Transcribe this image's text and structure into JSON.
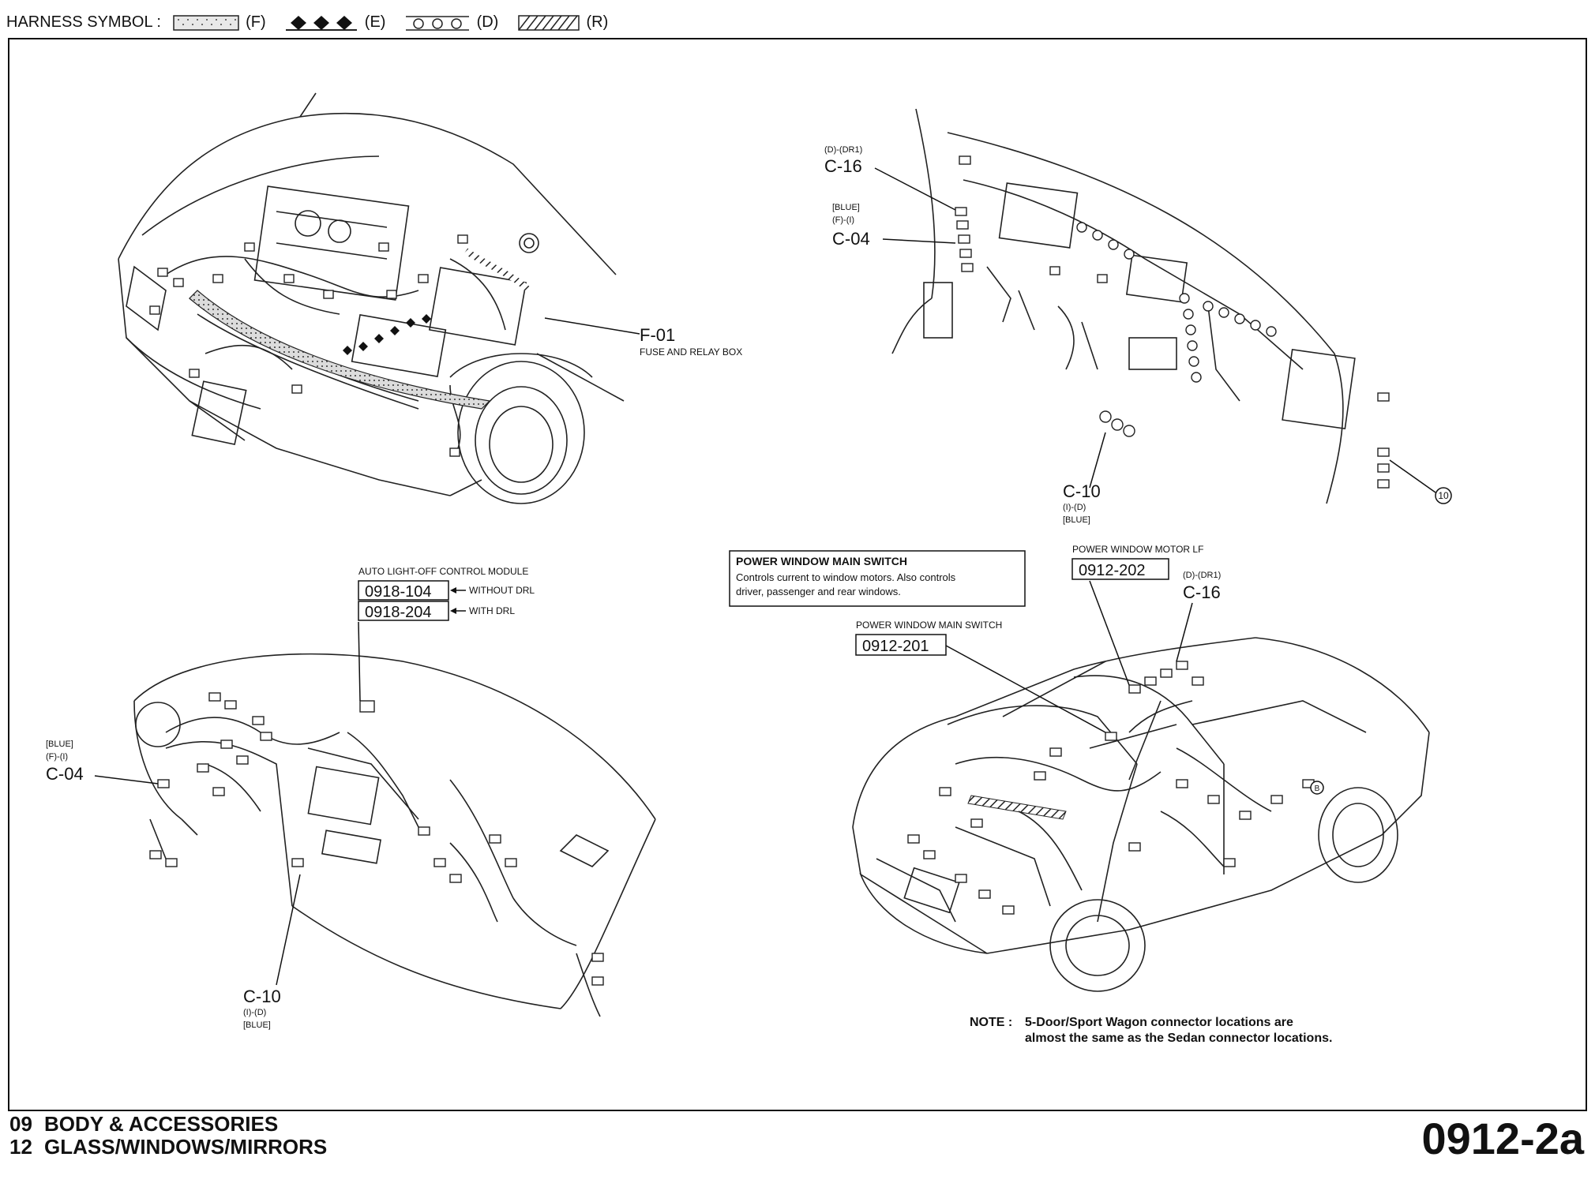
{
  "harness": {
    "title": "HARNESS SYMBOL :",
    "symbols": [
      {
        "code": "(F)",
        "pattern": "dotted-band"
      },
      {
        "code": "(E)",
        "pattern": "diamonds"
      },
      {
        "code": "(D)",
        "pattern": "circles"
      },
      {
        "code": "(R)",
        "pattern": "hatched"
      }
    ]
  },
  "callouts": {
    "f01": {
      "code": "F-01",
      "desc": "FUSE AND RELAY BOX"
    },
    "c16_top": {
      "sub": "(D)-(DR1)",
      "code": "C-16"
    },
    "c04_top": {
      "color": "[BLUE]",
      "sub": "(F)-(I)",
      "code": "C-04"
    },
    "c10_top": {
      "code": "C-10",
      "sub": "(I)-(D)",
      "color": "[BLUE]"
    },
    "ten_marker": "10",
    "auto_light": {
      "title": "AUTO LIGHT-OFF CONTROL MODULE",
      "code1": "0918-104",
      "note1": "WITHOUT DRL",
      "code2": "0918-204",
      "note2": "WITH DRL"
    },
    "c04_bottom": {
      "color": "[BLUE]",
      "sub": "(F)-(I)",
      "code": "C-04"
    },
    "c10_bottom": {
      "code": "C-10",
      "sub": "(I)-(D)",
      "color": "[BLUE]"
    },
    "pwms_box": {
      "title": "POWER WINDOW MAIN SWITCH",
      "line1": "Controls current to window motors. Also controls",
      "line2": "driver, passenger and rear windows."
    },
    "motor_lf": {
      "title": "POWER WINDOW MOTOR LF",
      "code": "0912-202"
    },
    "c16_bottom": {
      "sub": "(D)-(DR1)",
      "code": "C-16"
    },
    "pwms": {
      "title": "POWER WINDOW MAIN SWITCH",
      "code": "0912-201"
    },
    "marker_b": "B"
  },
  "note": {
    "label": "NOTE :",
    "line1": "5-Door/Sport Wagon connector locations are",
    "line2": "almost the same as the Sedan connector locations."
  },
  "footer": {
    "section_num": "09",
    "section_name": "BODY & ACCESSORIES",
    "subsection_num": "12",
    "subsection_name": "GLASS/WINDOWS/MIRRORS",
    "page_code": "0912-2a"
  }
}
